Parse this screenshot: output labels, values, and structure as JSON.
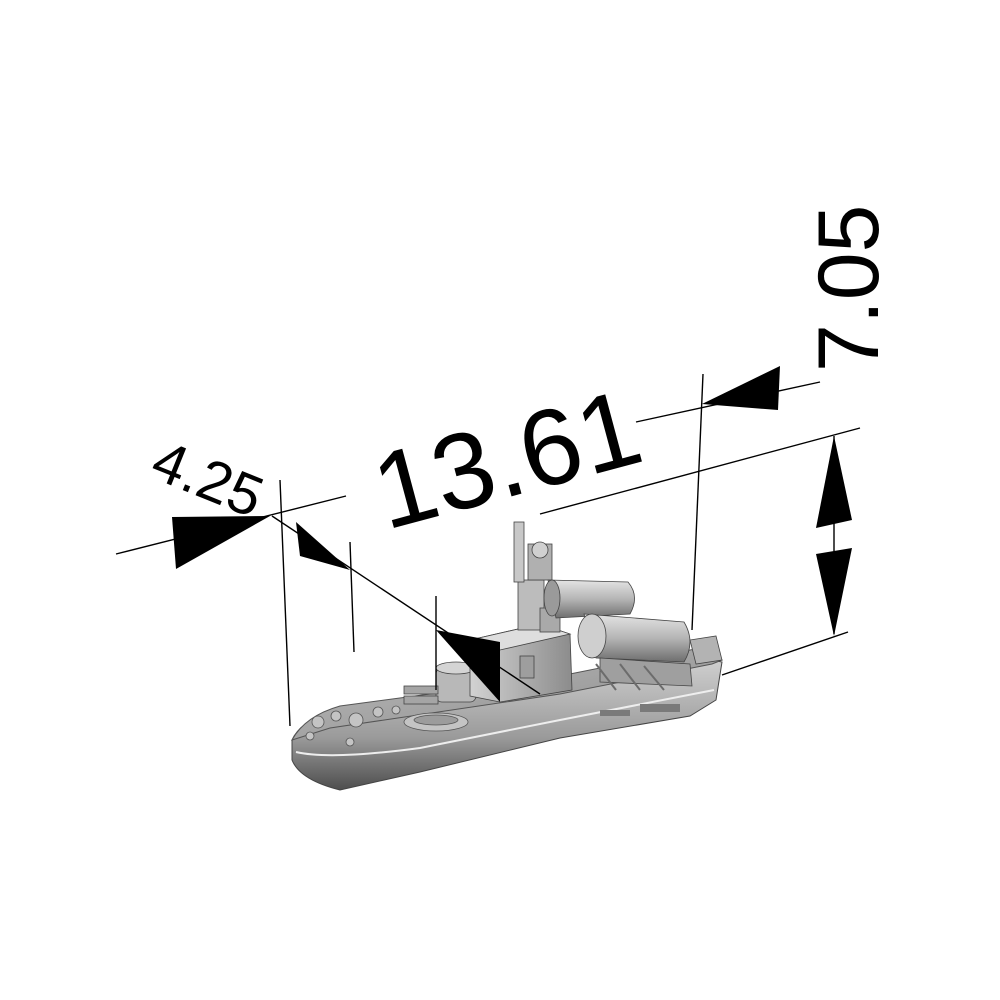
{
  "dimensions": {
    "width": "4.25",
    "length": "13.61",
    "height": "7.05"
  },
  "colors": {
    "background": "#ffffff",
    "line": "#000000",
    "hull_light": "#d9d9d9",
    "hull_mid": "#a8a8a8",
    "hull_dark": "#5a5a5a"
  },
  "model": {
    "icon": "patrol-boat-icon"
  }
}
